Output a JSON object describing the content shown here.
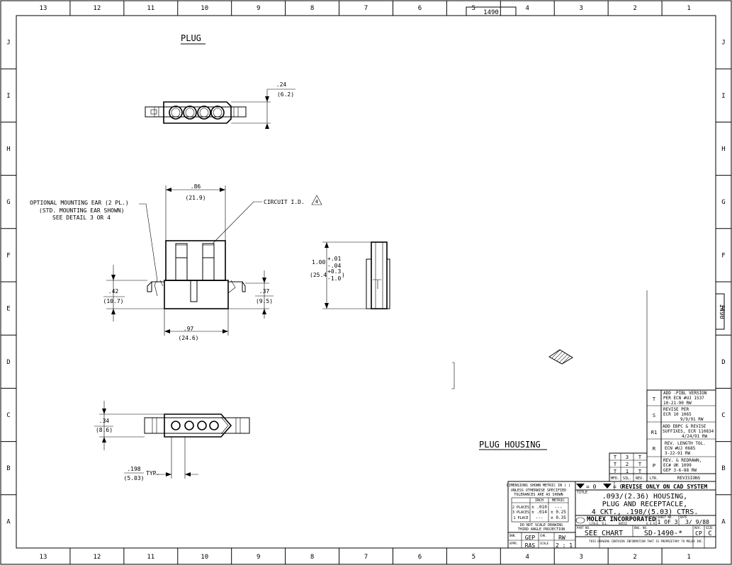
{
  "frame": {
    "columns": [
      "13",
      "12",
      "11",
      "10",
      "9",
      "8",
      "7",
      "6",
      "5",
      "4",
      "3",
      "2",
      "1"
    ],
    "rows": [
      "J",
      "I",
      "H",
      "G",
      "F",
      "E",
      "D",
      "C",
      "B",
      "A"
    ],
    "top_tag": "1490",
    "side_tag": "1490"
  },
  "views": {
    "plug_title": "PLUG",
    "housing_title": "PLUG HOUSING"
  },
  "dimensions": {
    "top_h_in": ".24",
    "top_h_mm": "(6.2)",
    "width_in": ".86",
    "width_mm": "(21.9)",
    "ear_note_1": "OPTIONAL MOUNTING EAR (2 PL.)",
    "ear_note_2": "(STD. MOUNTING EAR SHOWN)",
    "ear_note_3": "SEE DETAIL 3 OR 4",
    "circuit_id": "CIRCUIT I.D.",
    "circuit_flag": "4",
    "left_in": ".42",
    "left_mm": "(10.7)",
    "right_in": ".37",
    "right_mm": "(9.5)",
    "bottom_in": ".97",
    "bottom_mm": "(24.6)",
    "side_in": "1.00",
    "side_in_plus": "+.01",
    "side_in_minus": "-.04",
    "side_mm": "(25.4",
    "side_mm_plus": "+0.3",
    "side_mm_minus": "-1.0",
    "side_mm_close": ")",
    "bot_h_in": ".34",
    "bot_h_mm": "(8.6)",
    "pitch_in": ".198",
    "pitch_mm": "(5.03)",
    "pitch_note": "TYP."
  },
  "revisions": {
    "rows": [
      {
        "ltr": "T",
        "text": [
          "ADD -PIBL VERSION",
          "PER ECN #UJ 1537",
          "10-21-90  RW"
        ]
      },
      {
        "ltr": "S",
        "text": [
          "REVISE PER",
          "ECR 10 1065",
          "9/9/91  RW"
        ]
      },
      {
        "ltr": "R1",
        "text": [
          "ADD EBPC & REVISE",
          "SUFFIXES, ECR 110834",
          "4/24/91  RW"
        ]
      },
      {
        "ltr": "R",
        "text": [
          "REV. LENGTH TOL.",
          "ECN #UJ 0685",
          "3-22-91  RW"
        ]
      },
      {
        "ltr": "P",
        "text": [
          "REV. & REDRAWN,",
          "EC# UK 1099",
          "GEP 3-6-88  RW"
        ]
      }
    ],
    "header": {
      "mfd": "MFD.",
      "sil": "SIL.",
      "rev": "REV.",
      "ltr": "LTR.",
      "revisions": "REVISIONS"
    },
    "sheet_grid": [
      [
        "T",
        "3",
        "T"
      ],
      [
        "T",
        "2",
        "T"
      ],
      [
        "T",
        "1",
        "T"
      ]
    ]
  },
  "title_block": {
    "tol_note_1": "DIMENSIONS SHOWN METRIC IN ( )",
    "tol_note_2": "UNLESS OTHERWISE SPECIFIED",
    "tol_note_3": "TOLERANCES ARE AS SHOWN",
    "tol_head": [
      "",
      "INCH",
      "METRIC"
    ],
    "tol_rows": [
      [
        "2 PLACES",
        "± .010",
        "---"
      ],
      [
        "3 PLACES",
        "± .014",
        "± 0.25"
      ],
      [
        "1 PLACE",
        "---",
        "± 0.35"
      ]
    ],
    "scale_note_1": "DO NOT SCALE DRAWING",
    "scale_note_2": "THIRD ANGLE PROJECTION",
    "dwn_label": "DWN.",
    "dwn": "GEP",
    "chk_label": "CHK.",
    "chk": "RW",
    "appr_label": "APPR.",
    "appr": "RAS",
    "scale_label": "SCALE",
    "scale": "2 : 1",
    "title_label": "TITLE",
    "sym1": "= 0",
    "sym2": "= 0",
    "cad_note": "REVISE ONLY ON CAD SYSTEM",
    "title_1": ".093/(2.36) HOUSING,",
    "title_2": "PLUG AND RECEPTACLE,",
    "title_3": "4 CKT., .198/(5.03) CTRS.",
    "company": "MOLEX INCORPORATED",
    "city": "LISLE, ILL.",
    "zip": "60532",
    "country": "U.S.A.",
    "sheet_label": "SHEET NO.",
    "sheet": "1 OF 3",
    "date_label": "DATE",
    "date": "3/ 9/88",
    "part_label": "PART NO.",
    "part": "SEE CHART",
    "dwg_label": "DWG. NO.",
    "dwg": "SD-1490-*",
    "rev_label": "REV.",
    "rev": "CP",
    "size_label": "SIZE",
    "size": "C",
    "footer_note": "THIS DRAWING CONTAINS INFORMATION THAT IS PROPRIETARY TO MOLEX INC."
  }
}
